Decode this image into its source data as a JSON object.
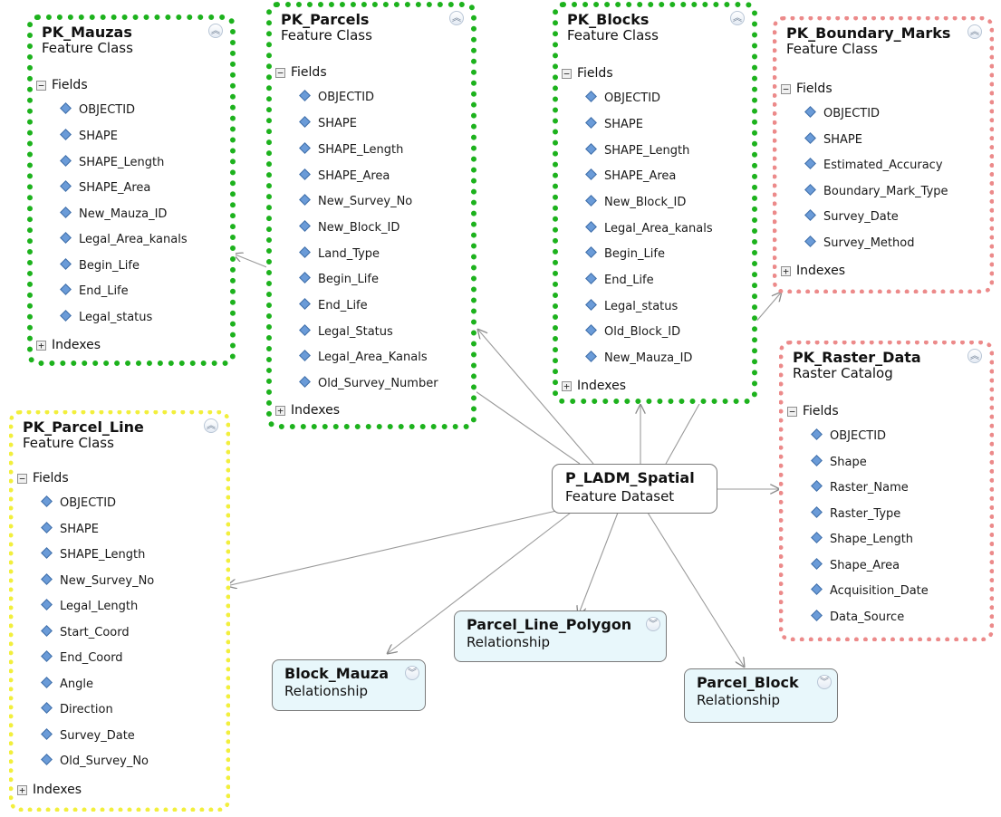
{
  "dataset": {
    "title": "P_LADM_Spatial",
    "subtitle": "Feature Dataset"
  },
  "classes": {
    "pk_mauzas": {
      "title": "PK_Mauzas",
      "subtitle": "Feature Class",
      "fields_label": "Fields",
      "indexes_label": "Indexes",
      "fields": [
        "OBJECTID",
        "SHAPE",
        "SHAPE_Length",
        "SHAPE_Area",
        "New_Mauza_ID",
        "Legal_Area_kanals",
        "Begin_Life",
        "End_Life",
        "Legal_status"
      ]
    },
    "pk_parcels": {
      "title": "PK_Parcels",
      "subtitle": "Feature Class",
      "fields_label": "Fields",
      "indexes_label": "Indexes",
      "fields": [
        "OBJECTID",
        "SHAPE",
        "SHAPE_Length",
        "SHAPE_Area",
        "New_Survey_No",
        "New_Block_ID",
        "Land_Type",
        "Begin_Life",
        "End_Life",
        "Legal_Status",
        "Legal_Area_Kanals",
        "Old_Survey_Number"
      ]
    },
    "pk_blocks": {
      "title": "PK_Blocks",
      "subtitle": "Feature Class",
      "fields_label": "Fields",
      "indexes_label": "Indexes",
      "fields": [
        "OBJECTID",
        "SHAPE",
        "SHAPE_Length",
        "SHAPE_Area",
        "New_Block_ID",
        "Legal_Area_kanals",
        "Begin_Life",
        "End_Life",
        "Legal_status",
        "Old_Block_ID",
        "New_Mauza_ID"
      ]
    },
    "pk_boundary_marks": {
      "title": "PK_Boundary_Marks",
      "subtitle": "Feature Class",
      "fields_label": "Fields",
      "indexes_label": "Indexes",
      "fields": [
        "OBJECTID",
        "SHAPE",
        "Estimated_Accuracy",
        "Boundary_Mark_Type",
        "Survey_Date",
        "Survey_Method"
      ]
    },
    "pk_parcel_line": {
      "title": "PK_Parcel_Line",
      "subtitle": "Feature Class",
      "fields_label": "Fields",
      "indexes_label": "Indexes",
      "fields": [
        "OBJECTID",
        "SHAPE",
        "SHAPE_Length",
        "New_Survey_No",
        "Legal_Length",
        "Start_Coord",
        "End_Coord",
        "Angle",
        "Direction",
        "Survey_Date",
        "Old_Survey_No"
      ]
    },
    "pk_raster_data": {
      "title": "PK_Raster_Data",
      "subtitle": "Raster Catalog",
      "fields_label": "Fields",
      "fields": [
        "OBJECTID",
        "Shape",
        "Raster_Name",
        "Raster_Type",
        "Shape_Length",
        "Shape_Area",
        "Acquisition_Date",
        "Data_Source"
      ]
    }
  },
  "relationships": {
    "block_mauza": {
      "title": "Block_Mauza",
      "subtitle": "Relationship"
    },
    "parcel_line_polygon": {
      "title": "Parcel_Line_Polygon",
      "subtitle": "Relationship"
    },
    "parcel_block": {
      "title": "Parcel_Block",
      "subtitle": "Relationship"
    }
  },
  "icons": {
    "collapse_up": "double-chevron-up-icon",
    "collapse_down": "double-chevron-down-icon",
    "field": "field-diamond-icon",
    "collapse_minus": "minus-box-icon",
    "expand_plus": "plus-box-icon"
  },
  "colors": {
    "green_border": "#1db21d",
    "yellow_border": "#f2ef3c",
    "red_border": "#ec8a8a",
    "relationship_fill": "#e8f7fb",
    "field_icon": "#6a9bd8"
  }
}
